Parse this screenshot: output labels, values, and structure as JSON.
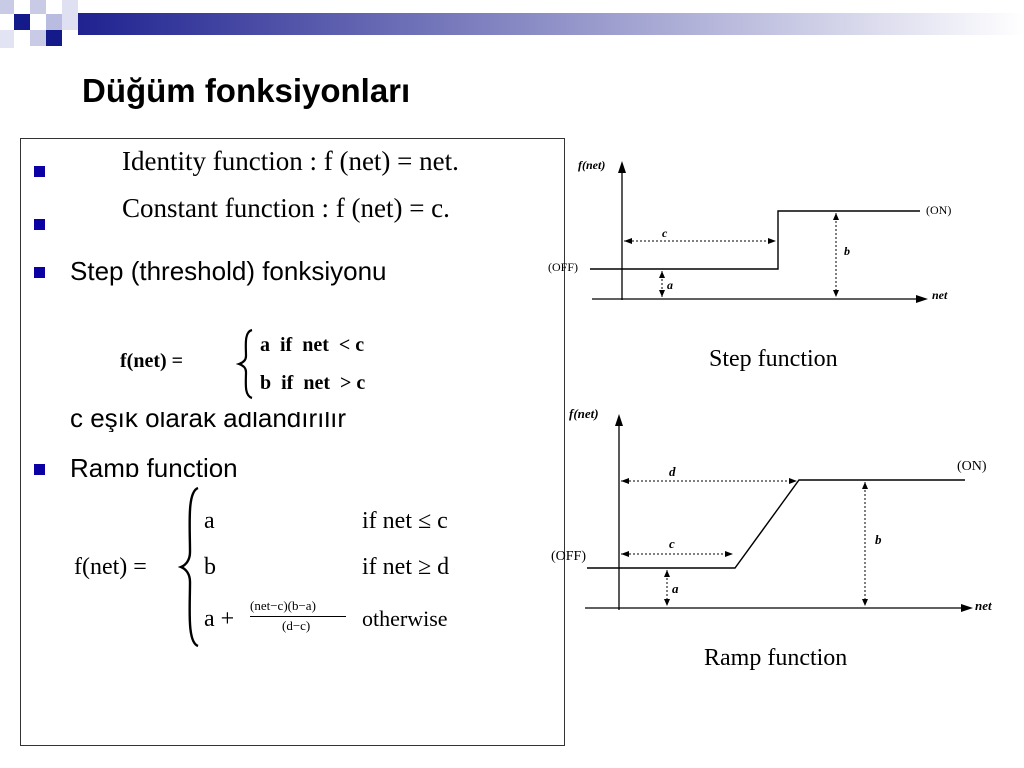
{
  "slide": {
    "title": "Düğüm fonksiyonları"
  },
  "bullets": {
    "identity": "Identity function : f (net) = net.",
    "constant": "Constant function : f (net) = c.",
    "step": "Step (threshold) fonksiyonu",
    "threshold_note": "c eşık olarak adlandırılır",
    "ramp": "Ramp function"
  },
  "step_formula": {
    "lhs": "f(net) =",
    "case1": "a  if  net  < c",
    "case2": "b  if  net  > c"
  },
  "ramp_formula": {
    "lhs": "f(net) =",
    "case1_value": "a",
    "case1_cond": "if net ≤ c",
    "case2_value": "b",
    "case2_cond": "if net ≥ d",
    "case3_value_prefix": "a +",
    "case3_numer": "(net−c)(b−a)",
    "case3_denom": "(d−c)",
    "case3_cond": "otherwise"
  },
  "step_graph": {
    "y_label": "f(net)",
    "x_label": "net",
    "on_label": "(ON)",
    "off_label": "(OFF)",
    "c_label": "c",
    "a_label": "a",
    "b_label": "b",
    "caption": "Step function"
  },
  "ramp_graph": {
    "y_label": "f(net)",
    "x_label": "net",
    "on_label": "(ON)",
    "off_label": "(OFF)",
    "d_label": "d",
    "c_label": "c",
    "a_label": "a",
    "b_label": "b",
    "caption": "Ramp function"
  },
  "colors": {
    "bullet": "#0b00a3",
    "deco_dark": "#1a1d8c",
    "deco_light": "#b7b9dd"
  }
}
